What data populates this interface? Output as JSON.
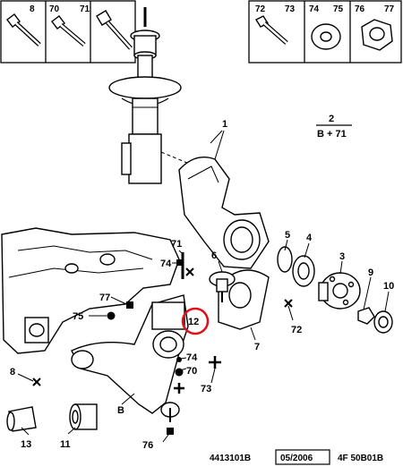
{
  "header_left_labels": [
    "8",
    "70",
    "71"
  ],
  "header_right_labels": [
    "72",
    "73",
    "74",
    "75",
    "76",
    "77"
  ],
  "callouts": {
    "p1": "1",
    "p2_top": "2",
    "p2_bottom": "B + 71",
    "p3": "3",
    "p4": "4",
    "p5": "5",
    "p6": "6",
    "p7": "7",
    "p8": "8",
    "p9": "9",
    "p10": "10",
    "p11": "11",
    "p12": "12",
    "p13": "13",
    "p70": "70",
    "p71": "71",
    "p72": "72",
    "p73": "73",
    "p74a": "74",
    "p74b": "74",
    "p75": "75",
    "p76": "76",
    "p77": "77",
    "pB": "B"
  },
  "highlight_color": "#e0101a",
  "footer": {
    "code": "4413101B",
    "date": "05/2006",
    "ref": "4F 50B01B"
  }
}
